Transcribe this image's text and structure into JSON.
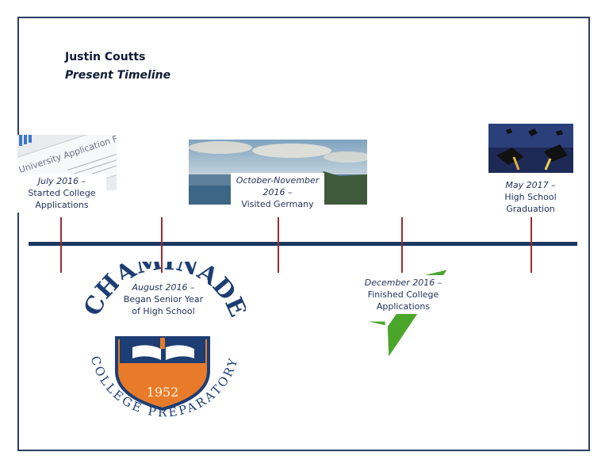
{
  "header": {
    "name": "Justin Coutts",
    "subtitle": "Present Timeline"
  },
  "events": [
    {
      "date": "July 2016 –",
      "text": "Started College Applications"
    },
    {
      "date": "August 2016 –",
      "text": "Began Senior Year of High School"
    },
    {
      "date": "October-November 2016 –",
      "text": "Visited Germany"
    },
    {
      "date": "December 2016 –",
      "text": "Finished College Applications"
    },
    {
      "date": "May 2017 –",
      "text": "High School Graduation"
    }
  ],
  "images": {
    "form": {
      "text": "University Application Form"
    },
    "logo": {
      "arc_top": "CHAMINADE",
      "arc_bottom": "COLLEGE PREPARATORY",
      "year": "1952"
    }
  },
  "colors": {
    "axis": "#1c3760",
    "ticks": "#9e2b30",
    "frame": "#2a3f63",
    "logo_navy": "#1d3e73",
    "logo_orange": "#e87b2a",
    "check_green": "#4aa52a"
  }
}
